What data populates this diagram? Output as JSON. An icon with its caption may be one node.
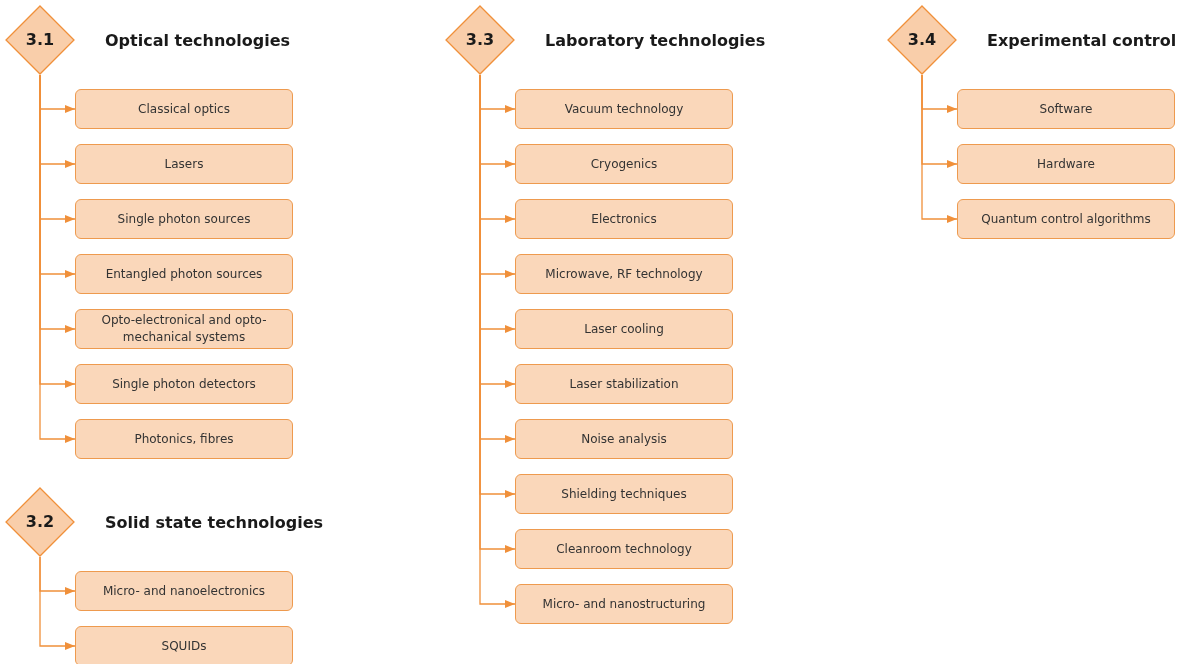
{
  "diagram": {
    "nodes": [
      {
        "text": [
          "3.1"
        ],
        "beside": [
          "Optical technologies"
        ]
      },
      {
        "text": [
          "Classical optics"
        ]
      },
      {
        "text": [
          "Lasers"
        ]
      },
      {
        "text": [
          "Single photon sources"
        ]
      },
      {
        "text": [
          "Entangled photon sources"
        ]
      },
      {
        "text": [
          "Opto-electronical and opto-mechanical systems"
        ]
      },
      {
        "text": [
          "Single photon detectors"
        ]
      },
      {
        "text": [
          "Photonics, fibres"
        ]
      },
      {
        "text": [
          "3.2"
        ],
        "beside": [
          "Solid state technologies"
        ]
      },
      {
        "text": [
          "Micro- and nanoelectronics"
        ]
      },
      {
        "text": [
          "SQUIDs"
        ]
      },
      {
        "text": [
          "3.3"
        ],
        "beside": [
          "Laboratory technologies"
        ]
      },
      {
        "text": [
          "Vacuum technology"
        ]
      },
      {
        "text": [
          "Cryogenics"
        ]
      },
      {
        "text": [
          "Electronics"
        ]
      },
      {
        "text": [
          "Microwave, RF technology"
        ]
      },
      {
        "text": [
          "Laser cooling"
        ]
      },
      {
        "text": [
          "Laser stabilization"
        ]
      },
      {
        "text": [
          "Noise analysis"
        ]
      },
      {
        "text": [
          "Shielding techniques"
        ]
      },
      {
        "text": [
          "Cleanroom technology"
        ]
      },
      {
        "text": [
          "Micro- and nanostructuring"
        ]
      },
      {
        "text": [
          "3.4"
        ],
        "beside": [
          "Experimental control"
        ]
      },
      {
        "text": [
          "Software"
        ]
      },
      {
        "text": [
          "Hardware"
        ]
      },
      {
        "text": [
          "Quantum control algorithms"
        ]
      }
    ],
    "edges": [
      {
        "from": 0,
        "to": 1,
        "arrow": "to"
      },
      {
        "from": 0,
        "to": 2,
        "arrow": "to"
      },
      {
        "from": 0,
        "to": 3,
        "arrow": "to"
      },
      {
        "from": 0,
        "to": 4,
        "arrow": "to"
      },
      {
        "from": 0,
        "to": 5,
        "arrow": "to"
      },
      {
        "from": 0,
        "to": 6,
        "arrow": "to"
      },
      {
        "from": 0,
        "to": 7,
        "arrow": "to"
      },
      {
        "from": 8,
        "to": 9,
        "arrow": "to"
      },
      {
        "from": 8,
        "to": 10,
        "arrow": "to"
      },
      {
        "from": 11,
        "to": 12,
        "arrow": "to"
      },
      {
        "from": 11,
        "to": 13,
        "arrow": "to"
      },
      {
        "from": 11,
        "to": 14,
        "arrow": "to"
      },
      {
        "from": 11,
        "to": 15,
        "arrow": "to"
      },
      {
        "from": 11,
        "to": 16,
        "arrow": "to"
      },
      {
        "from": 11,
        "to": 17,
        "arrow": "to"
      },
      {
        "from": 11,
        "to": 18,
        "arrow": "to"
      },
      {
        "from": 11,
        "to": 19,
        "arrow": "to"
      },
      {
        "from": 11,
        "to": 20,
        "arrow": "to"
      },
      {
        "from": 11,
        "to": 21,
        "arrow": "to"
      },
      {
        "from": 22,
        "to": 23,
        "arrow": "to"
      },
      {
        "from": 22,
        "to": 24,
        "arrow": "to"
      },
      {
        "from": 22,
        "to": 25,
        "arrow": "to"
      }
    ]
  }
}
